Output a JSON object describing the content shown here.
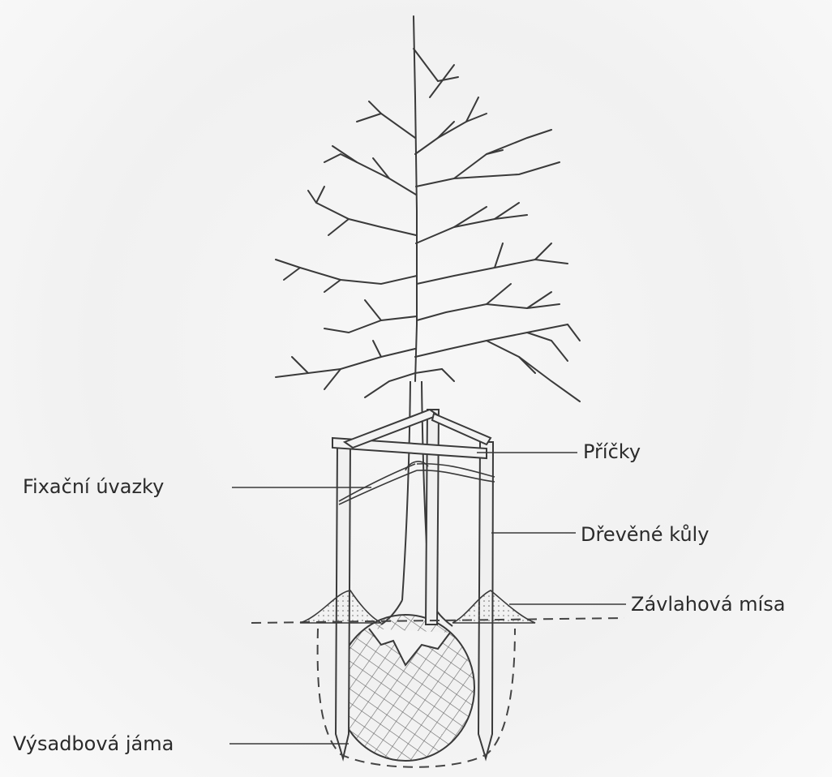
{
  "labels": {
    "crossbars": "Příčky",
    "ties": "Fixační úvazky",
    "stakes": "Dřevěné kůly",
    "watering_basin": "Závlahová mísa",
    "planting_pit": "Výsadbová jáma"
  },
  "colors": {
    "ink": "#3a3a3a",
    "background": "#f2f2f2",
    "label_text": "#2b2b2b"
  }
}
